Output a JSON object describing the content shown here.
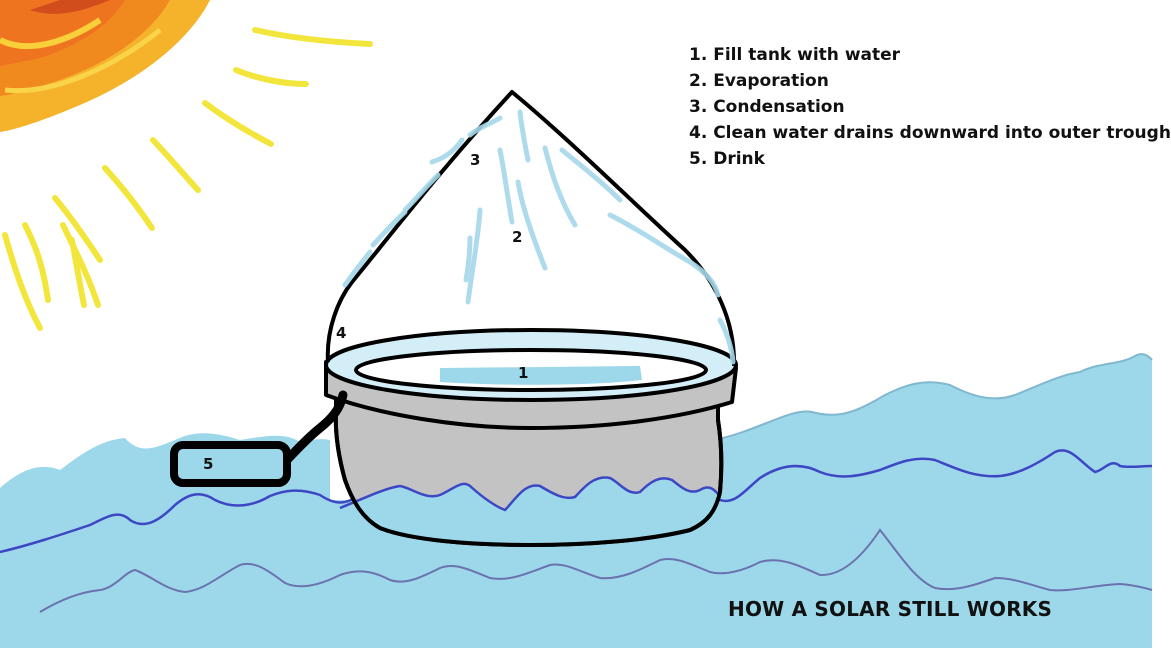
{
  "steps": [
    "1. Fill tank with water",
    "2. Evaporation",
    "3. Condensation",
    "4. Clean water drains downward into outer trough",
    "5. Drink"
  ],
  "title": "HOW A SOLAR STILL WORKS",
  "diagram_labels": {
    "one": "1",
    "two": "2",
    "three": "3",
    "four": "4",
    "five": "5"
  },
  "colors": {
    "sea": "#9dd8ea",
    "wave_dark": "#3d47c4",
    "wave_mid": "#6a73ae",
    "tank_gray": "#c3c3c3",
    "droplet": "#a6d8ea",
    "sun_orange": "#f3a41a",
    "sun_yellow": "#f2e63c"
  },
  "icons": [
    "sun-icon"
  ]
}
